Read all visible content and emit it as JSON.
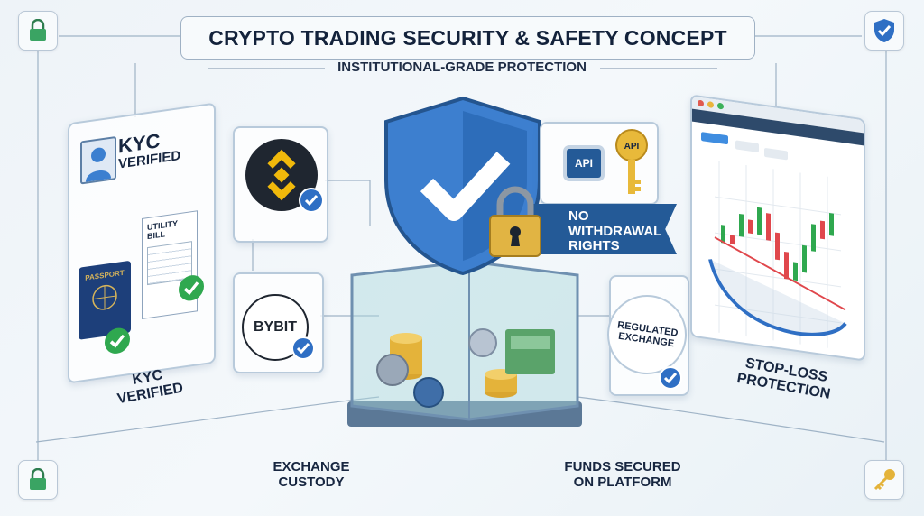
{
  "header": {
    "title": "CRYPTO TRADING SECURITY & SAFETY CONCEPT",
    "subtitle": "INSTITUTIONAL-GRADE PROTECTION"
  },
  "kyc_card": {
    "heading_line1": "KYC",
    "heading_line2": "VERIFIED",
    "passport_label": "PASSPORT",
    "utility_line1": "UTILITY",
    "utility_line2": "BILL",
    "caption_line1": "KYC",
    "caption_line2": "VERIFIED"
  },
  "exchanges": {
    "bybit_logo": "BYBIT"
  },
  "api_panel": {
    "chip_label": "API",
    "key_label": "API"
  },
  "banner": {
    "line1": "NO",
    "line2": "WITHDRAWAL",
    "line3": "RIGHTS"
  },
  "regulated": {
    "line1": "REGULATED",
    "line2": "EXCHANGE"
  },
  "stop_loss": {
    "line1": "STOP-LOSS",
    "line2": "PROTECTION"
  },
  "captions": {
    "custody_line1": "EXCHANGE",
    "custody_line2": "CUSTODY",
    "funds_line1": "FUNDS SECURED",
    "funds_line2": "ON PLATFORM"
  },
  "colors": {
    "shield_blue": "#3d7fcf",
    "banner_blue": "#245a97",
    "check_green": "#2fa84f",
    "gold": "#e4b33a",
    "stop_red": "#e0474c"
  }
}
